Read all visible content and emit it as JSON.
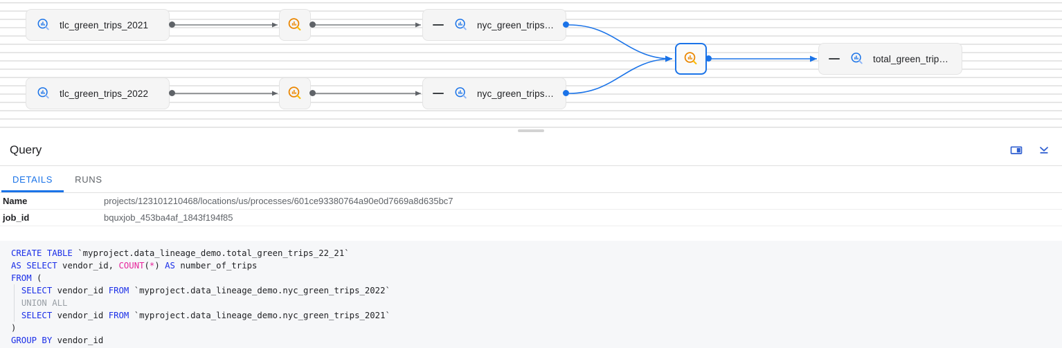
{
  "lineage": {
    "nodes": [
      {
        "id": "tlc2021",
        "type": "table",
        "label": "tlc_green_trips_2021",
        "icon": "table-search-icon",
        "collapsible": false,
        "selected": false
      },
      {
        "id": "tlc2022",
        "type": "table",
        "label": "tlc_green_trips_2022",
        "icon": "table-search-icon",
        "collapsible": false,
        "selected": false
      },
      {
        "id": "proc1",
        "type": "process",
        "label": "",
        "icon": "process-search-icon",
        "selected": false
      },
      {
        "id": "proc2",
        "type": "process",
        "label": "",
        "icon": "process-search-icon",
        "selected": false
      },
      {
        "id": "nyc2021",
        "type": "table",
        "label": "nyc_green_trips…",
        "icon": "table-search-icon",
        "collapsible": true,
        "selected": false
      },
      {
        "id": "nyc2022",
        "type": "table",
        "label": "nyc_green_trips…",
        "icon": "table-search-icon",
        "collapsible": true,
        "selected": false
      },
      {
        "id": "proc3",
        "type": "process",
        "label": "",
        "icon": "process-search-icon",
        "selected": true
      },
      {
        "id": "total",
        "type": "table",
        "label": "total_green_trip…",
        "icon": "table-search-icon",
        "collapsible": true,
        "selected": false
      }
    ],
    "colors": {
      "edge_grey": "#5f6368",
      "edge_blue": "#1a73e8",
      "table_icon": "#1a73e8",
      "process_icon": "#f29900",
      "selected_border": "#1a73e8"
    }
  },
  "panel": {
    "title": "Query",
    "icons": {
      "split_pane": "split-pane-icon",
      "collapse": "collapse-down-icon"
    },
    "tabs": [
      {
        "id": "details",
        "label": "DETAILS",
        "active": true
      },
      {
        "id": "runs",
        "label": "RUNS",
        "active": false
      }
    ],
    "details": [
      {
        "key": "Name",
        "value": "projects/123101210468/locations/us/processes/601ce93380764a90e0d7669a8d635bc7"
      },
      {
        "key": "job_id",
        "value": "bquxjob_453ba4af_1843f194f85"
      }
    ]
  },
  "sql": {
    "lines": [
      [
        {
          "t": "CREATE TABLE ",
          "c": "kw"
        },
        {
          "t": "`myproject.data_lineage_demo.total_green_trips_22_21`",
          "c": "plain"
        }
      ],
      [
        {
          "t": "AS SELECT ",
          "c": "kw"
        },
        {
          "t": "vendor_id, ",
          "c": "plain"
        },
        {
          "t": "COUNT",
          "c": "fn"
        },
        {
          "t": "(",
          "c": "plain"
        },
        {
          "t": "*",
          "c": "fn"
        },
        {
          "t": ") ",
          "c": "plain"
        },
        {
          "t": "AS ",
          "c": "kw"
        },
        {
          "t": "number_of_trips",
          "c": "plain"
        }
      ],
      [
        {
          "t": "FROM ",
          "c": "kw"
        },
        {
          "t": "(",
          "c": "plain"
        }
      ],
      [
        {
          "t": "  ",
          "c": "plain"
        },
        {
          "t": "SELECT ",
          "c": "kw"
        },
        {
          "t": "vendor_id ",
          "c": "plain"
        },
        {
          "t": "FROM ",
          "c": "kw"
        },
        {
          "t": "`myproject.data_lineage_demo.nyc_green_trips_2022`",
          "c": "plain"
        }
      ],
      [
        {
          "t": "  ",
          "c": "plain"
        },
        {
          "t": "UNION ALL",
          "c": "dim"
        }
      ],
      [
        {
          "t": "  ",
          "c": "plain"
        },
        {
          "t": "SELECT ",
          "c": "kw"
        },
        {
          "t": "vendor_id ",
          "c": "plain"
        },
        {
          "t": "FROM ",
          "c": "kw"
        },
        {
          "t": "`myproject.data_lineage_demo.nyc_green_trips_2021`",
          "c": "plain"
        }
      ],
      [
        {
          "t": ")",
          "c": "plain"
        }
      ],
      [
        {
          "t": "GROUP BY ",
          "c": "kw"
        },
        {
          "t": "vendor_id",
          "c": "plain"
        }
      ]
    ]
  }
}
